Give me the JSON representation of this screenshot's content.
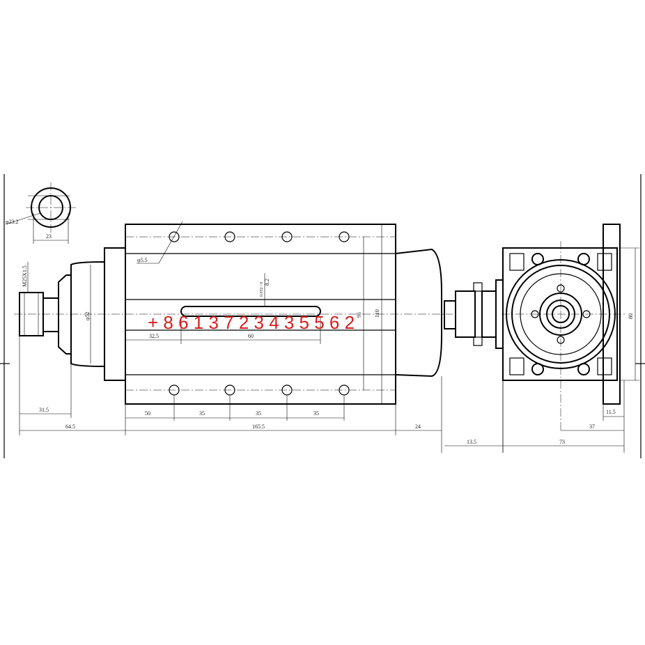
{
  "watermark": {
    "text": "+ 8 6 1 3 7 2 3 4 3 5 5 6 2",
    "color": "#d81e1e"
  },
  "dimensions": {
    "section_dia": "φ23.2",
    "section_width": "23",
    "hole_dia": "φ5.5",
    "thread": "M25X1.5",
    "body_dia": "φ52",
    "slot_width": "8.2",
    "slot_tol": "0.032 / 0",
    "slot_offset": "32.5",
    "slot_length": "60",
    "height_mid": "95",
    "height_outer": "110",
    "nose_len": "31.5",
    "nose_total": "64.5",
    "hole_pitch_1": "50",
    "hole_pitch_2": "35",
    "hole_pitch_3": "35",
    "hole_pitch_4": "35",
    "body_len": "165.5",
    "tail_len": "24",
    "connector_len": "13.5",
    "end_width": "73",
    "end_half": "37",
    "end_foot": "11.5",
    "end_height": "80"
  }
}
